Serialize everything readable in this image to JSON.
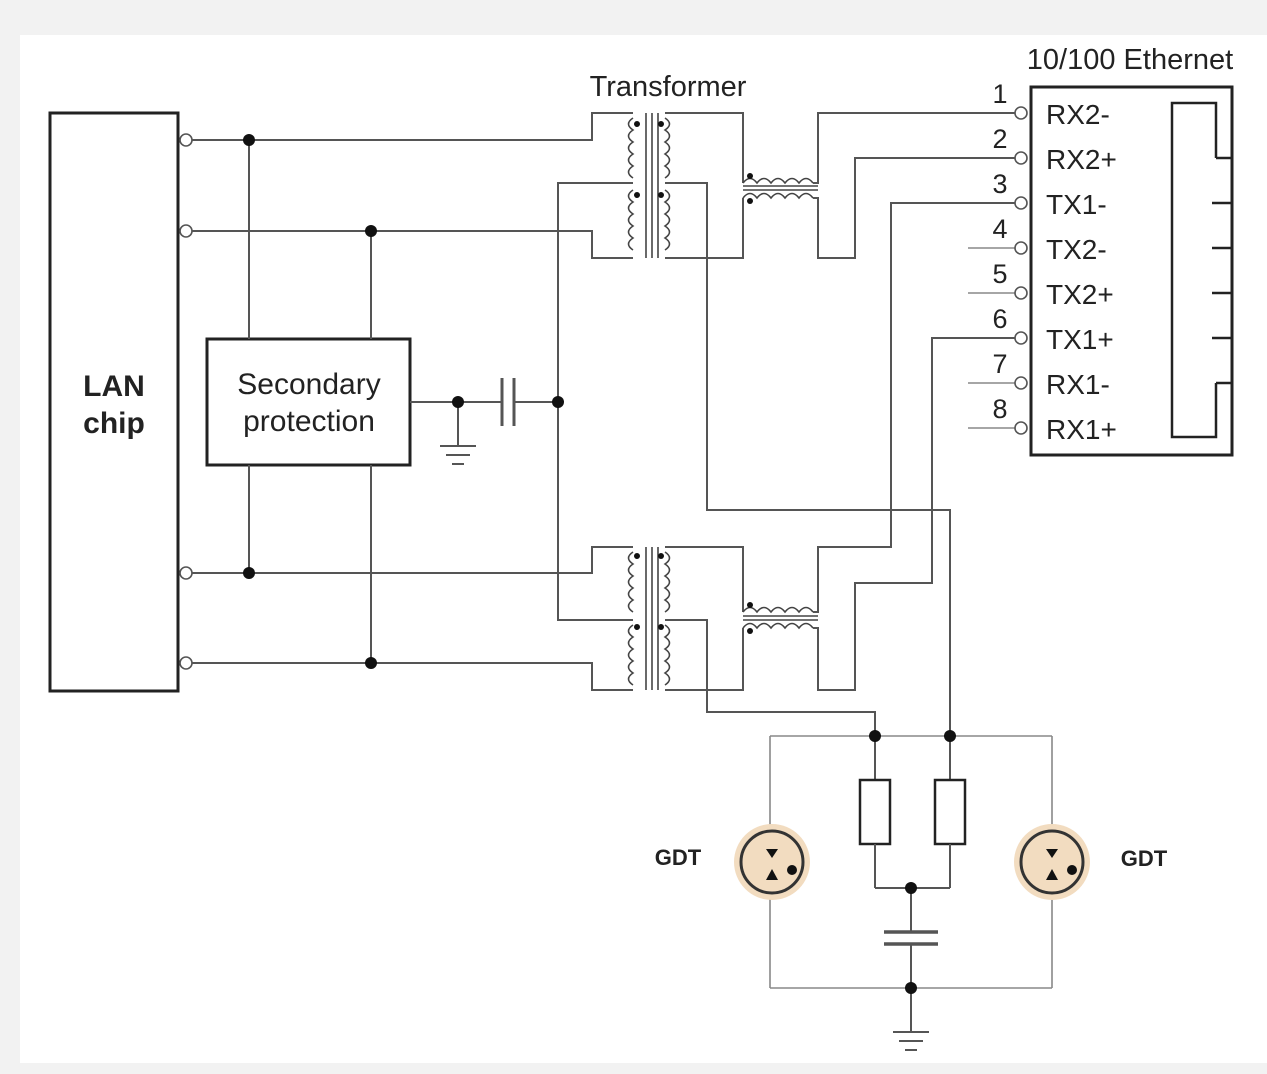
{
  "lan_chip": {
    "line1": "LAN",
    "line2": "chip"
  },
  "secondary_protection": {
    "line1": "Secondary",
    "line2": "protection"
  },
  "transformer_label": "Transformer",
  "connector": {
    "title": "10/100 Ethernet",
    "pins": [
      {
        "num": "1",
        "name": "RX2-"
      },
      {
        "num": "2",
        "name": "RX2+"
      },
      {
        "num": "3",
        "name": "TX1-"
      },
      {
        "num": "4",
        "name": "TX2-"
      },
      {
        "num": "5",
        "name": "TX2+"
      },
      {
        "num": "6",
        "name": "TX1+"
      },
      {
        "num": "7",
        "name": "RX1-"
      },
      {
        "num": "8",
        "name": "RX1+"
      }
    ]
  },
  "gdt_left": "GDT",
  "gdt_right": "GDT",
  "colors": {
    "gdt_fill": "#f2dcc0",
    "wire": "#555555",
    "background": "#f2f2f2",
    "panel": "#ffffff"
  }
}
